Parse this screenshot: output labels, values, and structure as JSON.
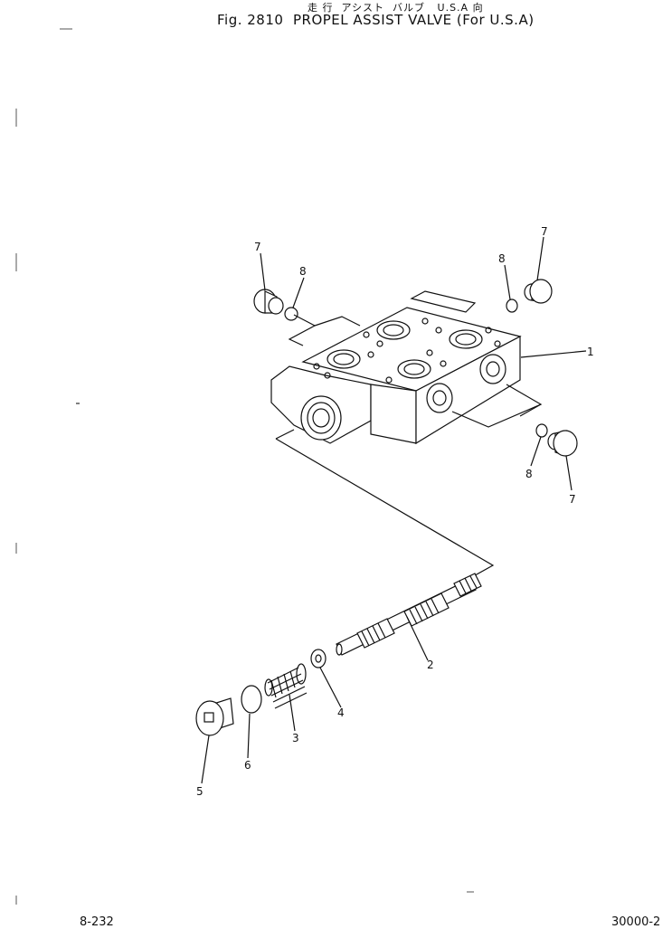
{
  "title": {
    "japanese": "走 行  アシスト  バルブ   U.S.A 向",
    "english": "Fig. 2810  PROPEL ASSIST VALVE (For U.S.A)"
  },
  "footer": {
    "left": "8-232",
    "right": "30000-2"
  },
  "callouts": {
    "part1": "1",
    "part2": "2",
    "part3": "3",
    "part4": "4",
    "part5": "5",
    "part6": "6",
    "part7_left": "7",
    "part7_right_top": "7",
    "part7_right_bottom": "7",
    "part8_left": "8",
    "part8_right_top": "8",
    "part8_right_bottom": "8"
  }
}
